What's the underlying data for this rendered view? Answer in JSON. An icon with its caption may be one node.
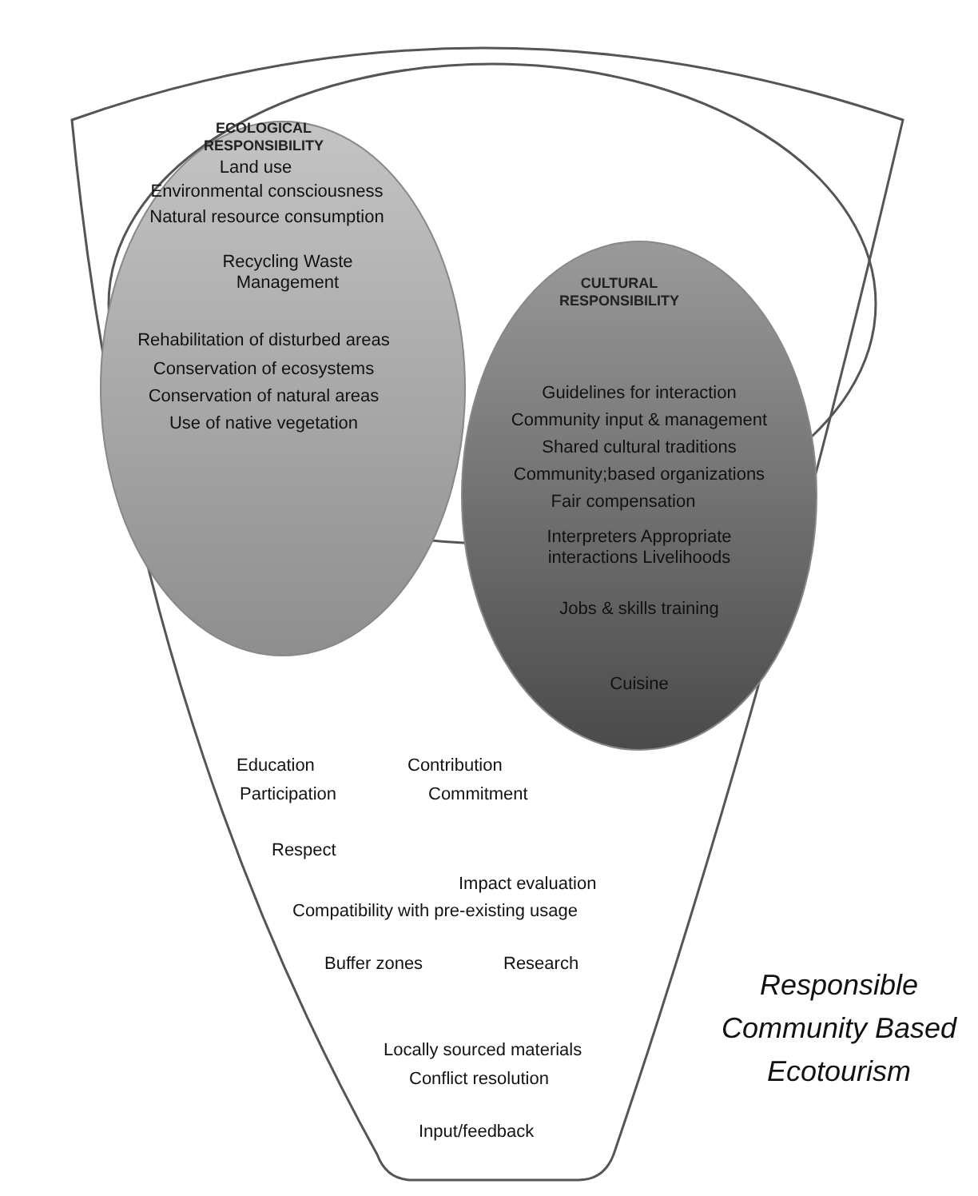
{
  "diagram": {
    "title": "Responsible Community Based Ecotourism",
    "nodes": [
      {
        "text": [
          "Education",
          "Contribution",
          "Participation",
          "Commitment",
          "Respect",
          "Impact evaluation",
          "Compatibility with pre-existing usage",
          "Buffer zones",
          "Research",
          "Locally sourced materials",
          "Conflict resolution",
          "Input/feedback"
        ]
      },
      {
        "text": [],
        "shape": "circle",
        "in": 0
      },
      {
        "text": [
          "ECOLOGICAL RESPONSIBILITY",
          "Land use",
          "Environmental consciousness",
          "Natural resource consumption",
          "Recycling Waste Management",
          "Rehabilitation of disturbed areas",
          "Conservation of ecosystems",
          "Conservation of natural areas",
          "Use of native vegetation"
        ],
        "in": 0
      },
      {
        "text": [
          "CULTURAL RESPONSIBILITY",
          "Guidelines for interaction",
          "Community input & management",
          "Shared cultural traditions",
          "Community;based organizations",
          "Fair compensation",
          "Interpreters Appropriate interactions Livelihoods",
          "Jobs & skills training",
          "Cuisine"
        ],
        "in": 0
      }
    ]
  }
}
